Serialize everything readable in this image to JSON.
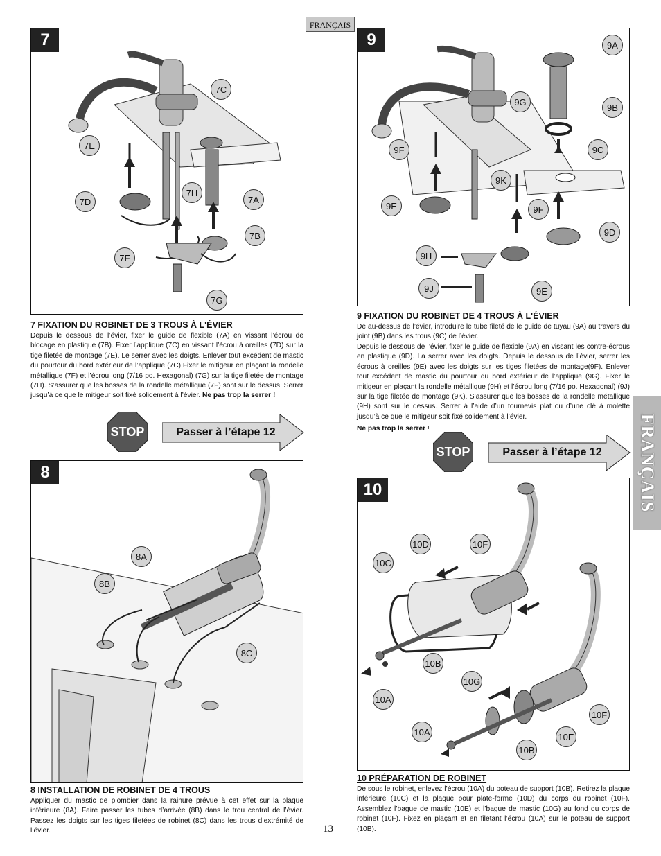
{
  "header_tag": "FRANÇAIS",
  "side_tab": "FRANÇAIS",
  "page_number": "13",
  "step7": {
    "number": "7",
    "callouts": [
      "7C",
      "7E",
      "7D",
      "7H",
      "7A",
      "7B",
      "7F",
      "7G"
    ],
    "title": "7  FIXATION DU ROBINET DE 3 TROUS À L'ÉVIER",
    "text": "Depuis le dessous de l’évier, fixer le guide de flexible (7A) en vissant l’écrou de blocage en plastique (7B). Fixer l’applique (7C) en vissant l’écrou à oreilles (7D) sur la tige filetée de montage (7E). Le serrer avec les doigts. Enlever tout excédent de mastic du pourtour du bord extérieur de l’applique (7C).Fixer le mitigeur en plaçant la rondelle métallique (7F) et l’écrou long (7/16 po. Hexagonal) (7G) sur la tige filetée de montage (7H). S’assurer que les bosses de la rondelle métallique (7F) sont sur le dessus. Serrer jusqu’à ce que le mitigeur soit fixé solidement à l’évier.",
    "warning": "Ne pas trop la serrer !",
    "stop": "STOP",
    "goto": "Passer à l’étape 12"
  },
  "step8": {
    "number": "8",
    "callouts": [
      "8A",
      "8B",
      "8C"
    ],
    "title": "8  INSTALLATION DE ROBINET DE 4 TROUS",
    "text": "Appliquer du mastic de plombier dans la rainure prévue à cet effet sur la plaque inférieure (8A). Faire passer les tubes d’arrivée (8B) dans le trou central de l’évier. Passez les doigts sur les tiges filetées de robinet (8C) dans les trous d’extrémité de l’évier."
  },
  "step9": {
    "number": "9",
    "callouts": [
      "9A",
      "9G",
      "9B",
      "9F",
      "9C",
      "9K",
      "9E",
      "9F",
      "9D",
      "9H",
      "9J",
      "9E"
    ],
    "title": "9  FIXATION DU ROBINET DE 4 TROUS À L'ÉVIER",
    "text1": "De au-dessus de l’évier, introduire le tube fileté de le guide de tuyau (9A) au travers du joint (9B) dans les trous (9C) de l’évier.",
    "text2": "Depuis le dessous de l’évier, fixer le guide de flexible (9A) en vissant les contre-écrous en plastique (9D). La serrer avec les doigts. Depuis le dessous de l’évier, serrer les écrous à oreilles (9E) avec les doigts sur les tiges filetées de montage(9F). Enlever tout excédent de mastic du pourtour du bord extérieur de l’applique (9G). Fixer le mitigeur en plaçant la rondelle métallique (9H) et l’écrou long (7/16 po. Hexagonal) (9J) sur la tige filetée de montage (9K). S’assurer que les bosses de la rondelle métallique (9H) sont sur le dessus. Serrer à l’aide d’un tournevis plat ou d’une clé à molette jusqu’à ce que le mitigeur soit fixé solidement à l’évier.",
    "warning": "Ne pas trop la serrer",
    "warning_tail": " !",
    "stop": "STOP",
    "goto": "Passer à l’étape 12"
  },
  "step10": {
    "number": "10",
    "callouts": [
      "10D",
      "10F",
      "10C",
      "10B",
      "10G",
      "10A",
      "10F",
      "10A",
      "10E",
      "10B"
    ],
    "title": "10  PRÉPARATION DE ROBINET",
    "text": "De sous le robinet, enlevez l’écrou (10A) du poteau de support (10B). Retirez la plaque inférieure (10C) et la plaque pour plate-forme (10D) du corps du robinet (10F). Assemblez l’bague de mastic (10E) et l’bague de mastic (10G) au fond du corps de robinet (10F). Fixez en plaçant et en filetant l’écrou (10A) sur le poteau de support (10B)."
  }
}
